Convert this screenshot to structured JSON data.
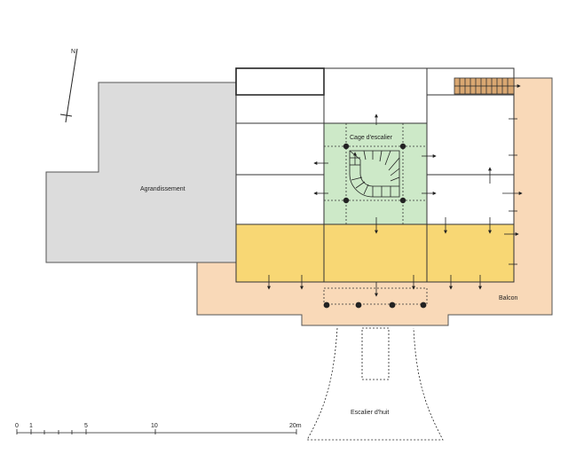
{
  "labels": {
    "north": "N",
    "agrandissement": "Agrandissement",
    "cage": "Cage d'escalier",
    "balcon": "Balcon",
    "escalier": "Escalier d'huit"
  },
  "scale": {
    "ticks": [
      "0",
      "1",
      "5",
      "10",
      "20m"
    ]
  },
  "colors": {
    "annex_fill": "#dcdcdc",
    "stair_fill": "#cde9c8",
    "yellow_fill": "#f8d774",
    "balcony_fill": "#f9d9b8",
    "stair_ext_fill": "#d9a771",
    "line": "#222222"
  }
}
